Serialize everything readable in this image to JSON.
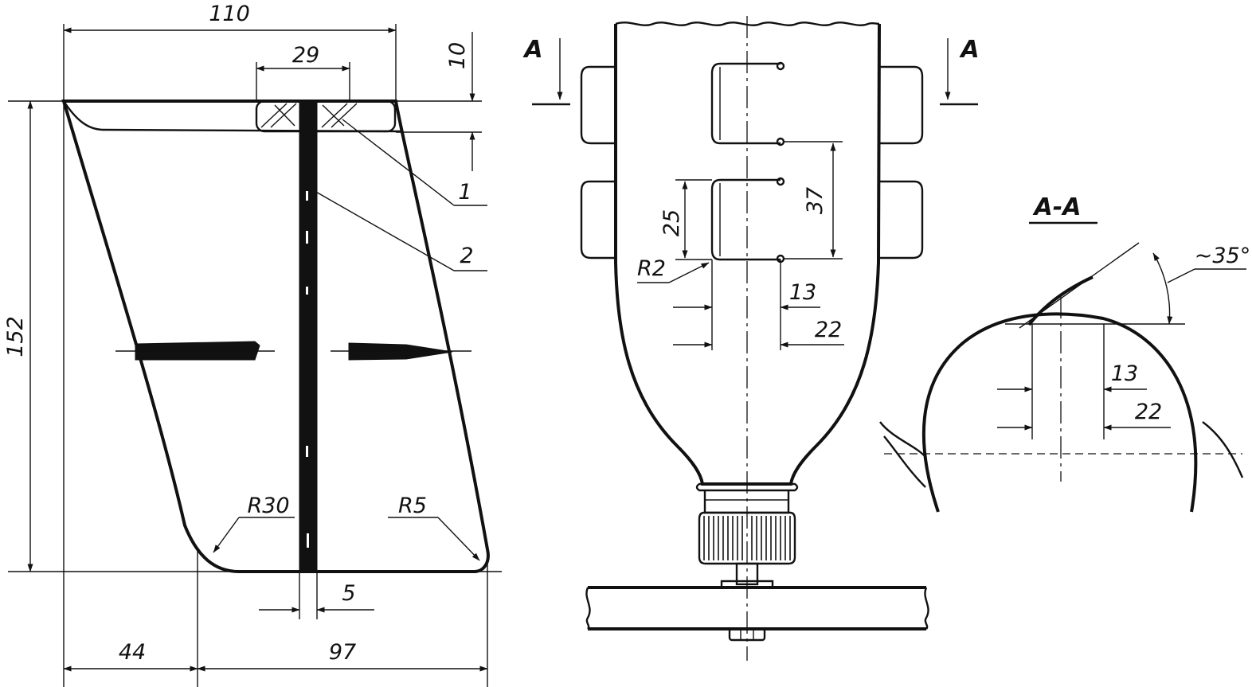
{
  "drawing": {
    "rudder_view": {
      "dim_width_top": "110",
      "dim_slot_width": "29",
      "dim_top_thickness": "10",
      "dim_height": "152",
      "dim_bottom_left": "44",
      "dim_bottom_right": "97",
      "dim_rod_width": "5",
      "radius_left": "R30",
      "radius_right": "R5",
      "callout_1": "1",
      "callout_2": "2"
    },
    "bottle_view": {
      "section_mark_left": "A",
      "section_mark_right": "A",
      "dim_slot_height": "25",
      "dim_slot_spacing": "37",
      "dim_radius": "R2",
      "dim_inner_width": "13",
      "dim_outer_width": "22"
    },
    "section_view": {
      "title": "A-A",
      "angle": "~35°",
      "dim_inner_width": "13",
      "dim_outer_width": "22"
    }
  }
}
